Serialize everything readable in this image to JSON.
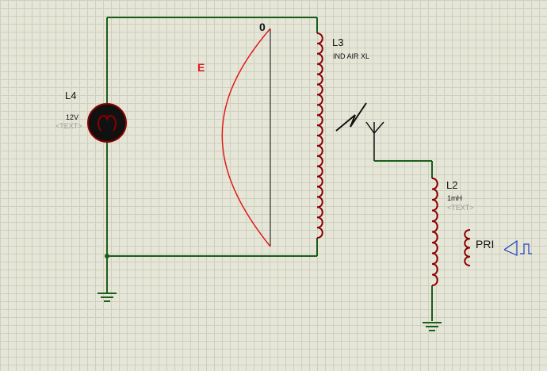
{
  "components": {
    "lamp": {
      "ref": "L4",
      "value": "12V",
      "text": "<TEXT>"
    },
    "inductor_l3": {
      "ref": "L3",
      "value": "IND AIR XL"
    },
    "inductor_l2": {
      "ref": "L2",
      "value": "1mH",
      "text": "<TEXT>"
    },
    "primary": {
      "label": "PRI"
    }
  },
  "annotations": {
    "field_label": "E",
    "zero_label": "0"
  },
  "colors": {
    "wire": "#1a5e1a",
    "component": "#8b0000",
    "field_curve": "#e01b1b",
    "field_label": "#e01b1b",
    "generator": "#1f3fbf",
    "grid_bg": "#e6e6d8"
  },
  "icons": {
    "antenna": "antenna-icon",
    "spark": "spark-icon",
    "ground": "ground-icon",
    "generator": "pulse-generator-icon"
  }
}
